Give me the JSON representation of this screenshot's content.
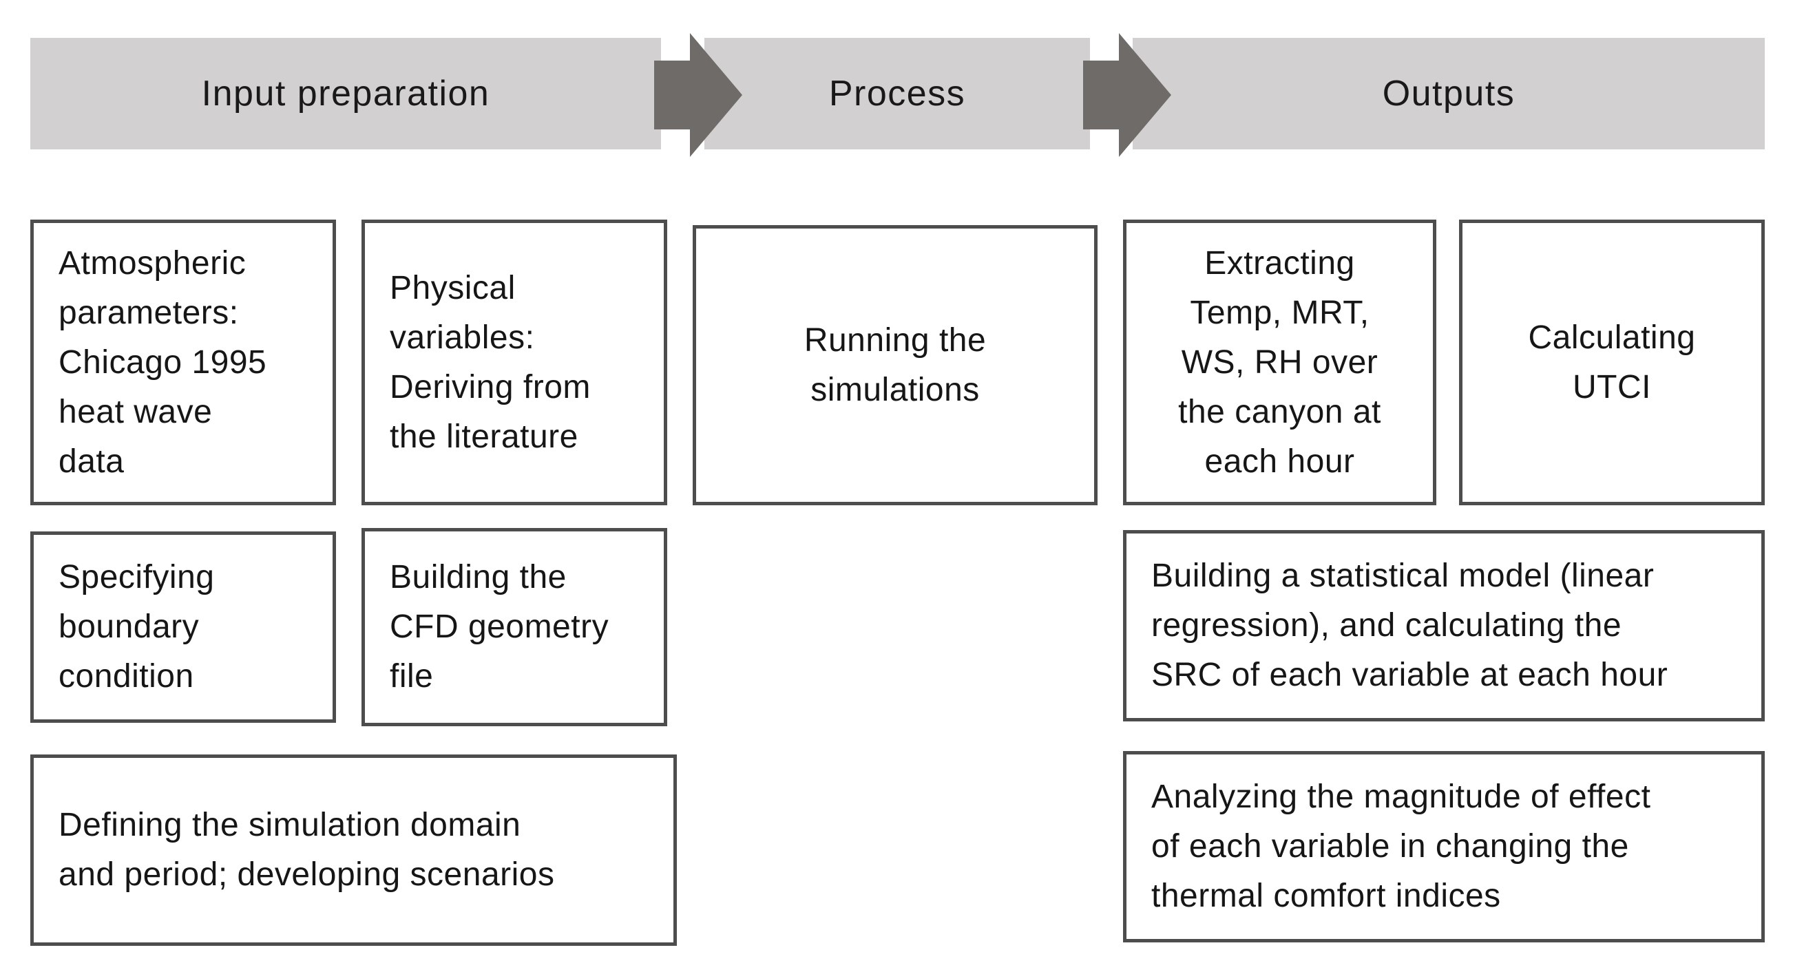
{
  "banner": {
    "stages": [
      {
        "label": "Input preparation"
      },
      {
        "label": "Process"
      },
      {
        "label": "Outputs"
      }
    ]
  },
  "boxes": {
    "atmospheric": {
      "text": "Atmospheric\nparameters:\nChicago 1995\nheat wave\ndata"
    },
    "physical": {
      "text": "Physical\nvariables:\nDeriving from\nthe literature"
    },
    "running": {
      "text": "Running the\nsimulations"
    },
    "extracting": {
      "text": "Extracting\nTemp, MRT,\nWS, RH over\nthe canyon at\neach hour"
    },
    "utci": {
      "text": "Calculating\nUTCI"
    },
    "boundary": {
      "text": "Specifying\nboundary\ncondition"
    },
    "cfd": {
      "text": "Building the\nCFD geometry\nfile"
    },
    "statistical": {
      "text": "Building a statistical model (linear\nregression), and calculating the\nSRC of each variable at each hour"
    },
    "domain": {
      "text": "Defining the simulation domain\nand period; developing scenarios"
    },
    "analyzing": {
      "text": "Analyzing the magnitude of effect\nof each variable in changing the\nthermal comfort indices"
    }
  },
  "colors": {
    "banner_fill": "#d2d0d0",
    "arrow_fill": "#6f6b68",
    "box_border": "#4d4d4d",
    "text": "#161616",
    "background": "#ffffff"
  }
}
